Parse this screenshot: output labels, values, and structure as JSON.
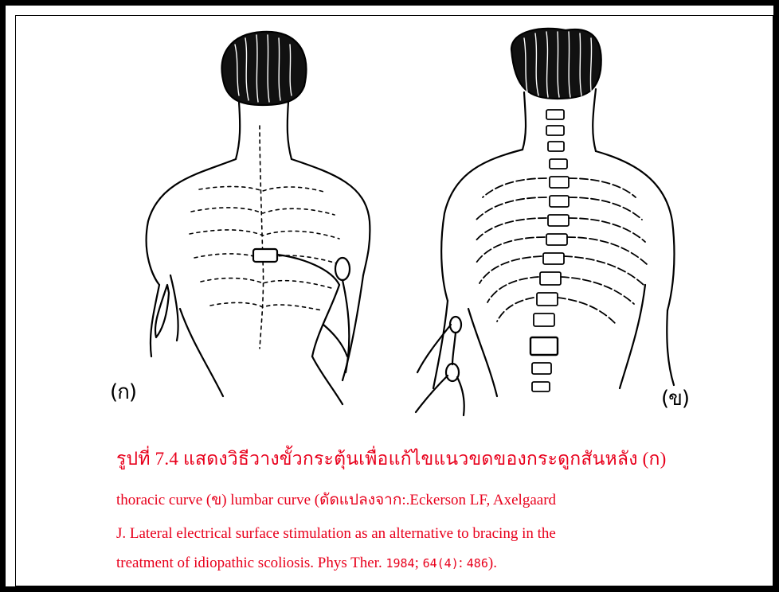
{
  "figure": {
    "panel_a_label": "(ก)",
    "panel_b_label": "(ข)"
  },
  "caption": {
    "line1": "รูปที่ 7.4 แสดงวิธีวางขั้วกระตุ้นเพื่อแก้ไขแนวขดของกระดูกสันหลัง (ก)",
    "line2": "thoracic curve (ข) lumbar curve (ดัดแปลงจาก:.Eckerson LF,  Axelgaard",
    "line3": "J. Lateral electrical surface stimulation as an alternative to  bracing in the",
    "line4_pre": "treatment of idiopathic scoliosis. Phys Ther. ",
    "line4_year": "1984",
    "line4_sep1": "; ",
    "line4_vol": "64(4)",
    "line4_sep2": ": ",
    "line4_page": "486",
    "line4_end": ").",
    "color": "#e8001c"
  }
}
